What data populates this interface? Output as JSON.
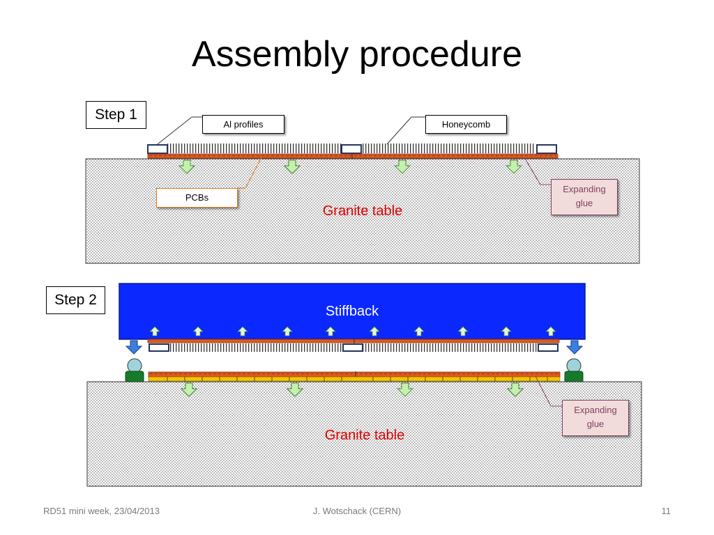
{
  "slide": {
    "title": "Assembly procedure"
  },
  "step1": {
    "label": "Step 1",
    "al_profiles": "Al profiles",
    "honeycomb": "Honeycomb",
    "pcbs": "PCBs",
    "glue_line1": "Expanding",
    "glue_line2": "glue",
    "granite": "Granite table"
  },
  "step2": {
    "label": "Step 2",
    "stiffback": "Stiffback",
    "glue_line1": "Expanding",
    "glue_line2": "glue",
    "granite": "Granite table"
  },
  "footer": {
    "left": "RD51 mini week, 23/04/2013",
    "center": "J. Wotschack (CERN)",
    "page": "11"
  },
  "colors": {
    "stiffback": "#0a28ff",
    "pcb": "#e05a1a",
    "glue_dash": "#7f3f62",
    "granite_label": "#e00000",
    "arrow_green": "#c6f0b0",
    "arrow_blue": "#3a7fe0",
    "support_green": "#167a2a",
    "support_ball": "#9fd3dc",
    "yellow_strip": "#f5c400"
  }
}
